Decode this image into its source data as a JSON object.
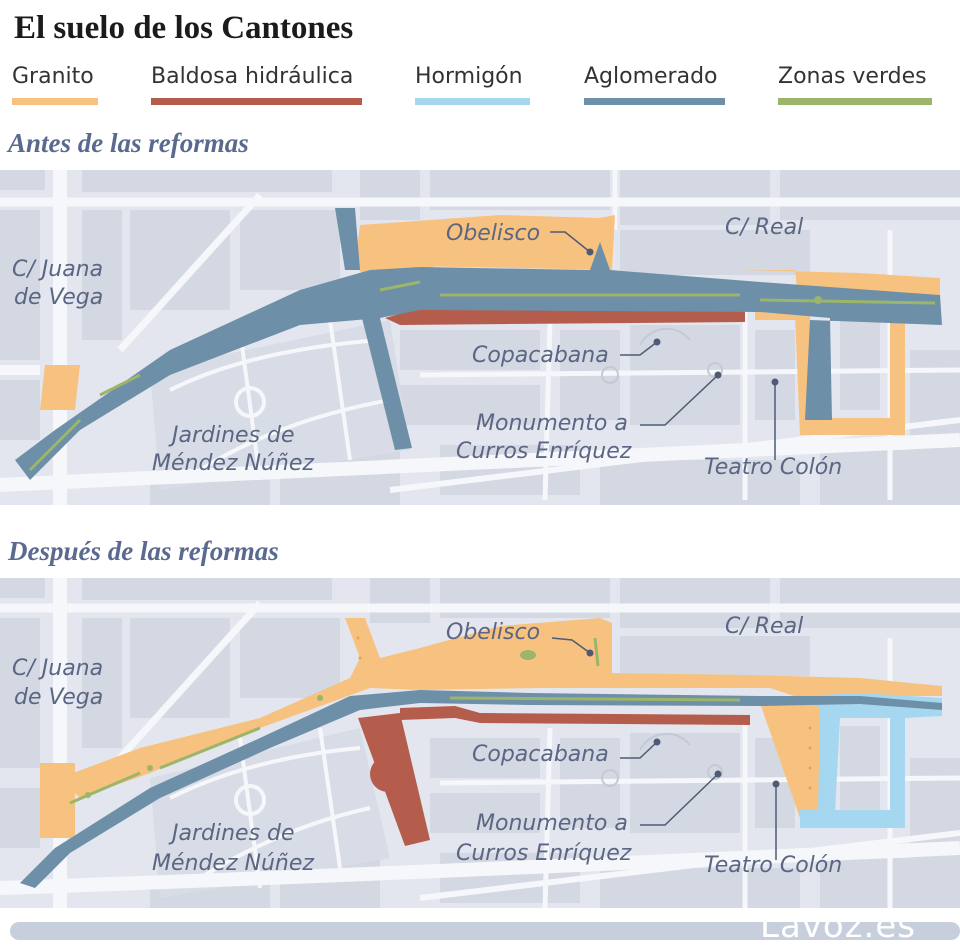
{
  "title": "El suelo de los Cantones",
  "legend": [
    {
      "label": "Granito",
      "color": "#f7c27f"
    },
    {
      "label": "Baldosa hidráulica",
      "color": "#b55d4c"
    },
    {
      "label": "Hormigón",
      "color": "#a5d8f0"
    },
    {
      "label": "Aglomerado",
      "color": "#6e8fa8"
    },
    {
      "label": "Zonas verdes",
      "color": "#9bb56a"
    }
  ],
  "maps": {
    "before": {
      "title": "Antes de las reformas",
      "labels": {
        "obelisco": "Obelisco",
        "calle_real": "C/ Real",
        "juana_1": "C/ Juana",
        "juana_2": "de Vega",
        "copacabana": "Copacabana",
        "monumento_1": "Monumento a",
        "monumento_2": "Curros Enríquez",
        "jardines_1": "Jardines de",
        "jardines_2": "Méndez Núñez",
        "teatro": "Teatro Colón"
      }
    },
    "after": {
      "title": "Después de las reformas",
      "labels": {
        "obelisco": "Obelisco",
        "calle_real": "C/ Real",
        "juana_1": "C/ Juana",
        "juana_2": "de Vega",
        "copacabana": "Copacabana",
        "monumento_1": "Monumento a",
        "monumento_2": "Curros Enríquez",
        "jardines_1": "Jardines de",
        "jardines_2": "Méndez Núñez",
        "teatro": "Teatro Colón"
      }
    }
  },
  "footer": {
    "source": "Lavoz.es"
  },
  "colors": {
    "map_background": "#e3e6ee",
    "blocks": "#d4d8e2",
    "streets": "#f6f7fa",
    "label": "#5a6683"
  }
}
